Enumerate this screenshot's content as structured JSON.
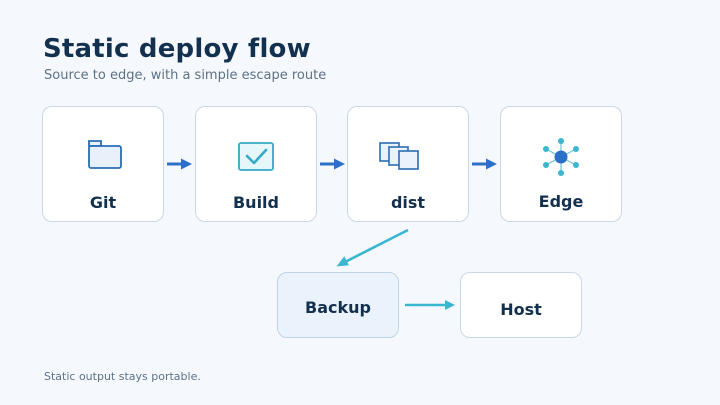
{
  "title": "Static deploy flow",
  "subtitle": "Source to edge, with a simple escape route",
  "footer": "Static output stays portable.",
  "colors": {
    "primary_arrow": "#2c6fc9",
    "escape_arrow": "#3bb6d0",
    "title_text": "#13304f",
    "muted_text": "#5d7186",
    "card_border": "#c9d8e6",
    "backup_fill": "#eaf3fb"
  },
  "nodes": {
    "git": {
      "label": "Git",
      "icon": "folder-icon"
    },
    "build": {
      "label": "Build",
      "icon": "checkbox-icon"
    },
    "dist": {
      "label": "dist",
      "icon": "copies-icon"
    },
    "edge": {
      "label": "Edge",
      "icon": "network-hub-icon"
    },
    "backup": {
      "label": "Backup"
    },
    "host": {
      "label": "Host"
    }
  }
}
